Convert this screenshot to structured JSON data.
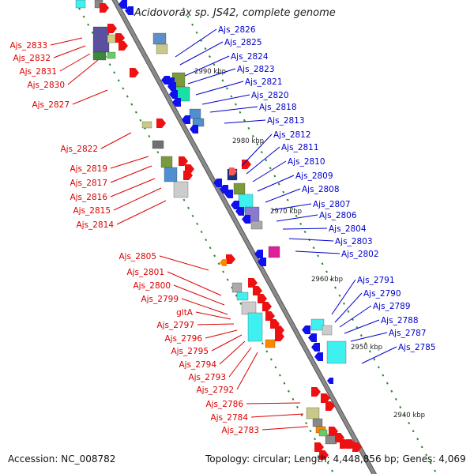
{
  "title": "Acidovorax sp. JS42, complete genome",
  "footer": {
    "accession": "Accession: NC_008782",
    "summary": "Topology: circular; Length: 4,448,856 bp; Genes: 4,069"
  },
  "colors": {
    "backbone": "#8a8a8a",
    "left_label": "#dd0000",
    "right_label": "#0000cc",
    "tick": "#2a8a2a"
  },
  "kbp_marks": [
    "2990 kbp",
    "2980 kbp",
    "2970 kbp",
    "2960 kbp",
    "2950 kbp",
    "2940 kbp"
  ],
  "left_labels": [
    "Ajs_2833",
    "Ajs_2832",
    "Ajs_2831",
    "Ajs_2830",
    "Ajs_2827",
    "Ajs_2822",
    "Ajs_2819",
    "Ajs_2817",
    "Ajs_2816",
    "Ajs_2815",
    "Ajs_2814",
    "Ajs_2805",
    "Ajs_2801",
    "Ajs_2800",
    "Ajs_2799",
    "gltA",
    "Ajs_2797",
    "Ajs_2796",
    "Ajs_2795",
    "Ajs_2794",
    "Ajs_2793",
    "Ajs_2792",
    "Ajs_2786",
    "Ajs_2784",
    "Ajs_2783"
  ],
  "right_labels": [
    "Ajs_2826",
    "Ajs_2825",
    "Ajs_2824",
    "Ajs_2823",
    "Ajs_2821",
    "Ajs_2820",
    "Ajs_2818",
    "Ajs_2813",
    "Ajs_2812",
    "Ajs_2811",
    "Ajs_2810",
    "Ajs_2809",
    "Ajs_2808",
    "Ajs_2807",
    "Ajs_2806",
    "Ajs_2804",
    "Ajs_2803",
    "Ajs_2802",
    "Ajs_2791",
    "Ajs_2790",
    "Ajs_2789",
    "Ajs_2788",
    "Ajs_2787",
    "Ajs_2785"
  ]
}
